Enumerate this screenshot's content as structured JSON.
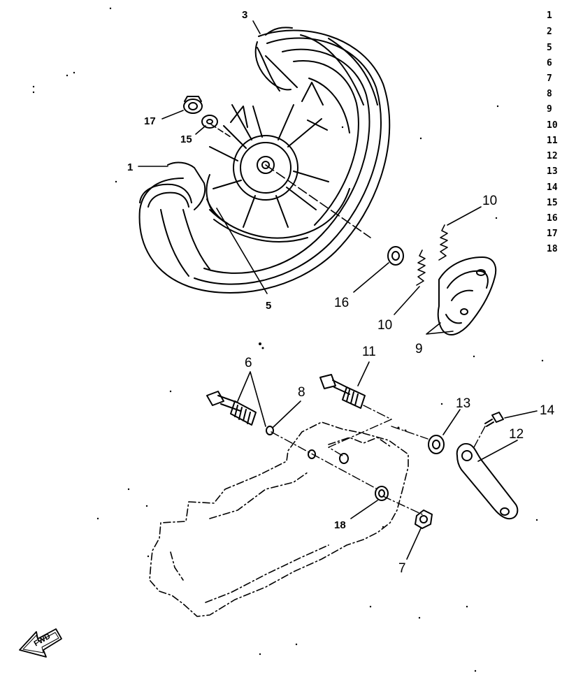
{
  "callouts": {
    "c1": "1",
    "c3": "3",
    "c5": "5",
    "c6": "6",
    "c7": "7",
    "c8": "8",
    "c9": "9",
    "c10a": "10",
    "c10b": "10",
    "c11": "11",
    "c12": "12",
    "c13": "13",
    "c14": "14",
    "c15": "15",
    "c16": "16",
    "c17": "17",
    "c18": "18"
  },
  "index_list": [
    "1",
    "2",
    "5",
    "6",
    "7",
    "8",
    "9",
    "10",
    "11",
    "12",
    "13",
    "14",
    "15",
    "16",
    "17",
    "18"
  ],
  "forward_badge": "FWD"
}
